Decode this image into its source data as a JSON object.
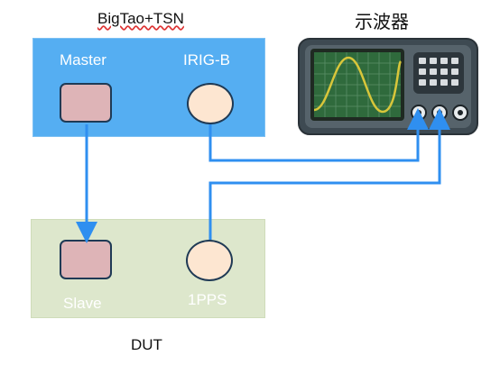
{
  "top_block": {
    "title": "BigTao+TSN",
    "master_label": "Master",
    "irigb_label": "IRIG-B"
  },
  "scope": {
    "title": "示波器"
  },
  "bottom_block": {
    "title": "DUT",
    "slave_label": "Slave",
    "pps_label": "1PPS"
  },
  "colors": {
    "top_panel": "#55aef2",
    "bottom_panel": "#dde7cc",
    "wire": "#2f8ff0",
    "box_fill": "#deb4b7",
    "circle_fill": "#fde6d1",
    "scope_body": "#3e4a52",
    "scope_screen": "#2f6a3c",
    "scope_wave": "#d8c63a"
  },
  "icons": [
    "oscilloscope-icon"
  ]
}
